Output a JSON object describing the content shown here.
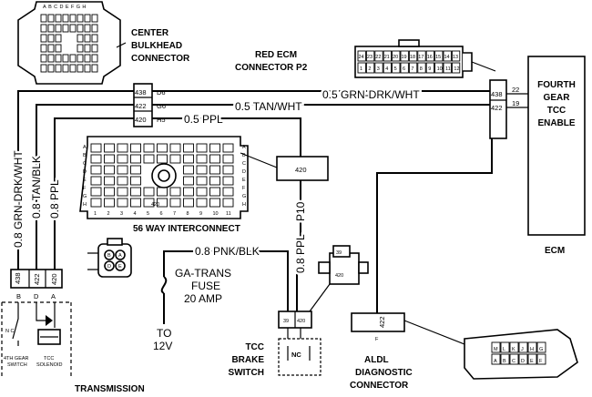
{
  "bulkhead": {
    "label_lines": [
      "CENTER",
      "BULKHEAD",
      "CONNECTOR"
    ],
    "pin_letters": "ABCDEFGH",
    "circuits": [
      {
        "num": "438",
        "cavity": "D6"
      },
      {
        "num": "422",
        "cavity": "G6"
      },
      {
        "num": "420",
        "cavity": "H5"
      }
    ]
  },
  "ecm_connector": {
    "label_lines": [
      "RED ECM",
      "CONNECTOR P2"
    ],
    "pins_top": [
      "24",
      "23",
      "22",
      "21",
      "20",
      "19",
      "18",
      "17",
      "16",
      "15",
      "14",
      "13"
    ],
    "pins_bottom": [
      "1",
      "2",
      "3",
      "4",
      "5",
      "6",
      "7",
      "8",
      "9",
      "10",
      "11",
      "12"
    ]
  },
  "wires": {
    "grn_drk_wht": "0.5 GRN-DRK/WHT",
    "tan_wht": "0.5 TAN/WHT",
    "ppl": "0.5 PPL",
    "vert_grn": "0.8 GRN-DRK/WHT",
    "vert_tan": "0.8 TAN/BLK",
    "vert_ppl": "0.8 PPL",
    "pnk_blk": "0.8 PNK/BLK",
    "ppl_brake": "0.8 PPL",
    "p10": "P10"
  },
  "ecm": {
    "function_lines": [
      "FOURTH",
      "GEAR",
      "TCC",
      "ENABLE"
    ],
    "label": "ECM",
    "block_circuits": [
      "438",
      "422"
    ],
    "pins": [
      "22",
      "19"
    ]
  },
  "interconnect": {
    "label": "56 WAY INTERCONNECT",
    "circuit": "420",
    "row_letters": [
      "A",
      "B",
      "C",
      "D",
      "E",
      "F",
      "G",
      "H"
    ],
    "bottom_numbers": [
      "1",
      "2",
      "3",
      "4",
      "5",
      "6",
      "7",
      "8",
      "9",
      "10",
      "11"
    ],
    "tag": "420"
  },
  "fuse": {
    "label_lines": [
      "GA-TRANS",
      "FUSE",
      "20 AMP"
    ],
    "supply_lines": [
      "TO",
      "12V"
    ]
  },
  "brake_switch": {
    "circuits": [
      "39",
      "420"
    ],
    "label_lines": [
      "TCC",
      "BRAKE",
      "SWITCH"
    ],
    "contact": "NC",
    "connector_pins": [
      "39",
      "420"
    ]
  },
  "aldl": {
    "circuit": "422",
    "cavity": "F",
    "label_lines": [
      "ALDL",
      "DIAGNOSTIC",
      "CONNECTOR"
    ],
    "pins_top": [
      "M",
      "L",
      "K",
      "J",
      "H",
      "G"
    ],
    "pins_bottom": [
      "A",
      "B",
      "C",
      "D",
      "E",
      "F"
    ]
  },
  "transmission": {
    "label": "TRANSMISSION",
    "circuits": [
      "438",
      "422",
      "420"
    ],
    "pins": [
      "B",
      "D",
      "A"
    ],
    "connector_pins": [
      "B",
      "A",
      "D",
      "E"
    ],
    "contact": "N C",
    "switch_lines": [
      "4TH GEAR",
      "SWITCH"
    ],
    "solenoid_lines": [
      "TCC",
      "SOLENOID"
    ]
  }
}
